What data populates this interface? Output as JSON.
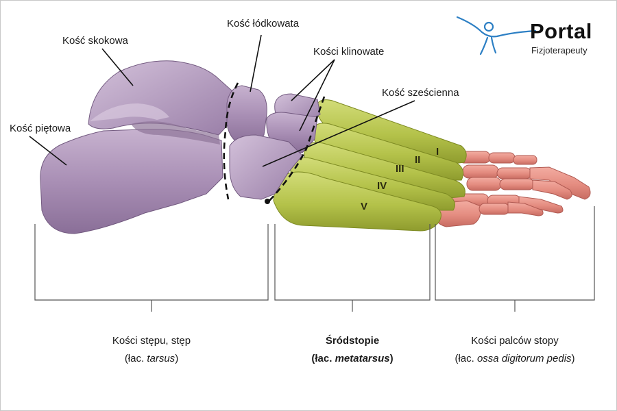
{
  "labels": {
    "talus": "Kość skokowa",
    "navicular": "Kość łódkowata",
    "cuneiform": "Kości klinowate",
    "cuboid": "Kość sześcienna",
    "calcaneus": "Kość piętowa"
  },
  "metatarsal_numerals": [
    "I",
    "II",
    "III",
    "IV",
    "V"
  ],
  "groups": {
    "tarsus": {
      "name": "Kości stępu, stęp",
      "latin_prefix": "(łac. ",
      "latin": "tarsus",
      "latin_suffix": ")"
    },
    "metatarsus": {
      "name": "Śródstopie",
      "latin_prefix": "(łac. ",
      "latin": "metatarsus",
      "latin_suffix": ")"
    },
    "phalanges": {
      "name": "Kości palców stopy",
      "latin_prefix": "(łac. ",
      "latin": "ossa digitorum pedis",
      "latin_suffix": ")"
    }
  },
  "logo": {
    "title": "Portal",
    "subtitle": "Fizjoterapeuty"
  },
  "colors": {
    "tarsal_bone": "#a98fb5",
    "metatarsal_bone": "#b4c24a",
    "phalanx_bone": "#e48c80",
    "logo_figure": "#2c7fc4"
  }
}
